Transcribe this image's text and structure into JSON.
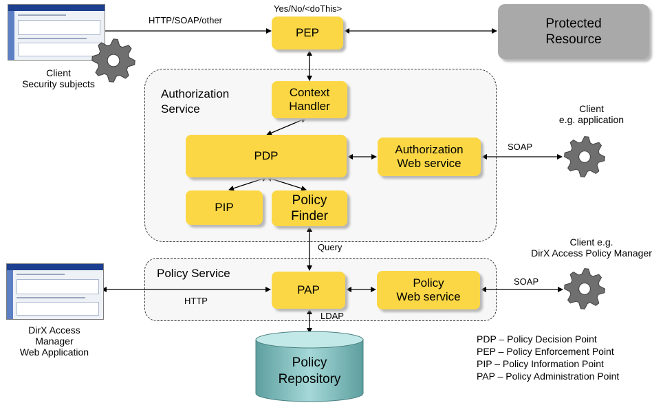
{
  "nodes": {
    "pep": "PEP",
    "protected_resource": [
      "Protected",
      "Resource"
    ],
    "context_handler": [
      "Context",
      "Handler"
    ],
    "pdp": "PDP",
    "authz_ws": [
      "Authorization",
      "Web service"
    ],
    "pip": "PIP",
    "policy_finder": [
      "Policy",
      "Finder"
    ],
    "pap": "PAP",
    "policy_ws": [
      "Policy",
      "Web service"
    ],
    "policy_repository": [
      "Policy",
      "Repository"
    ]
  },
  "groups": {
    "authorization_service": [
      "Authorization",
      "Service"
    ],
    "policy_service": "Policy Service"
  },
  "clients": {
    "security_subjects": [
      "Client",
      "Security subjects"
    ],
    "application": [
      "Client",
      "e.g. application"
    ],
    "dirx_apm": [
      "Client e.g.",
      "DirX Access Policy Manager"
    ],
    "dirx_web_app": [
      "DirX Access",
      "Manager",
      "Web Application"
    ]
  },
  "edge_labels": {
    "pep_response": "Yes/No/<doThis>",
    "client_to_pep": "HTTP/SOAP/other",
    "authz_soap": "SOAP",
    "query": "Query",
    "policy_soap": "SOAP",
    "http": "HTTP",
    "ldap": "LDAP"
  },
  "legend": [
    "PDP – Policy Decision Point",
    "PEP – Policy Enforcement Point",
    "PIP   – Policy Information Point",
    "PAP – Policy Administration Point"
  ],
  "colors": {
    "component": "#fbd745",
    "protected_resource": "#a9a9a9",
    "repository": "#7fbfbf",
    "gear": "#6f6f6f"
  }
}
